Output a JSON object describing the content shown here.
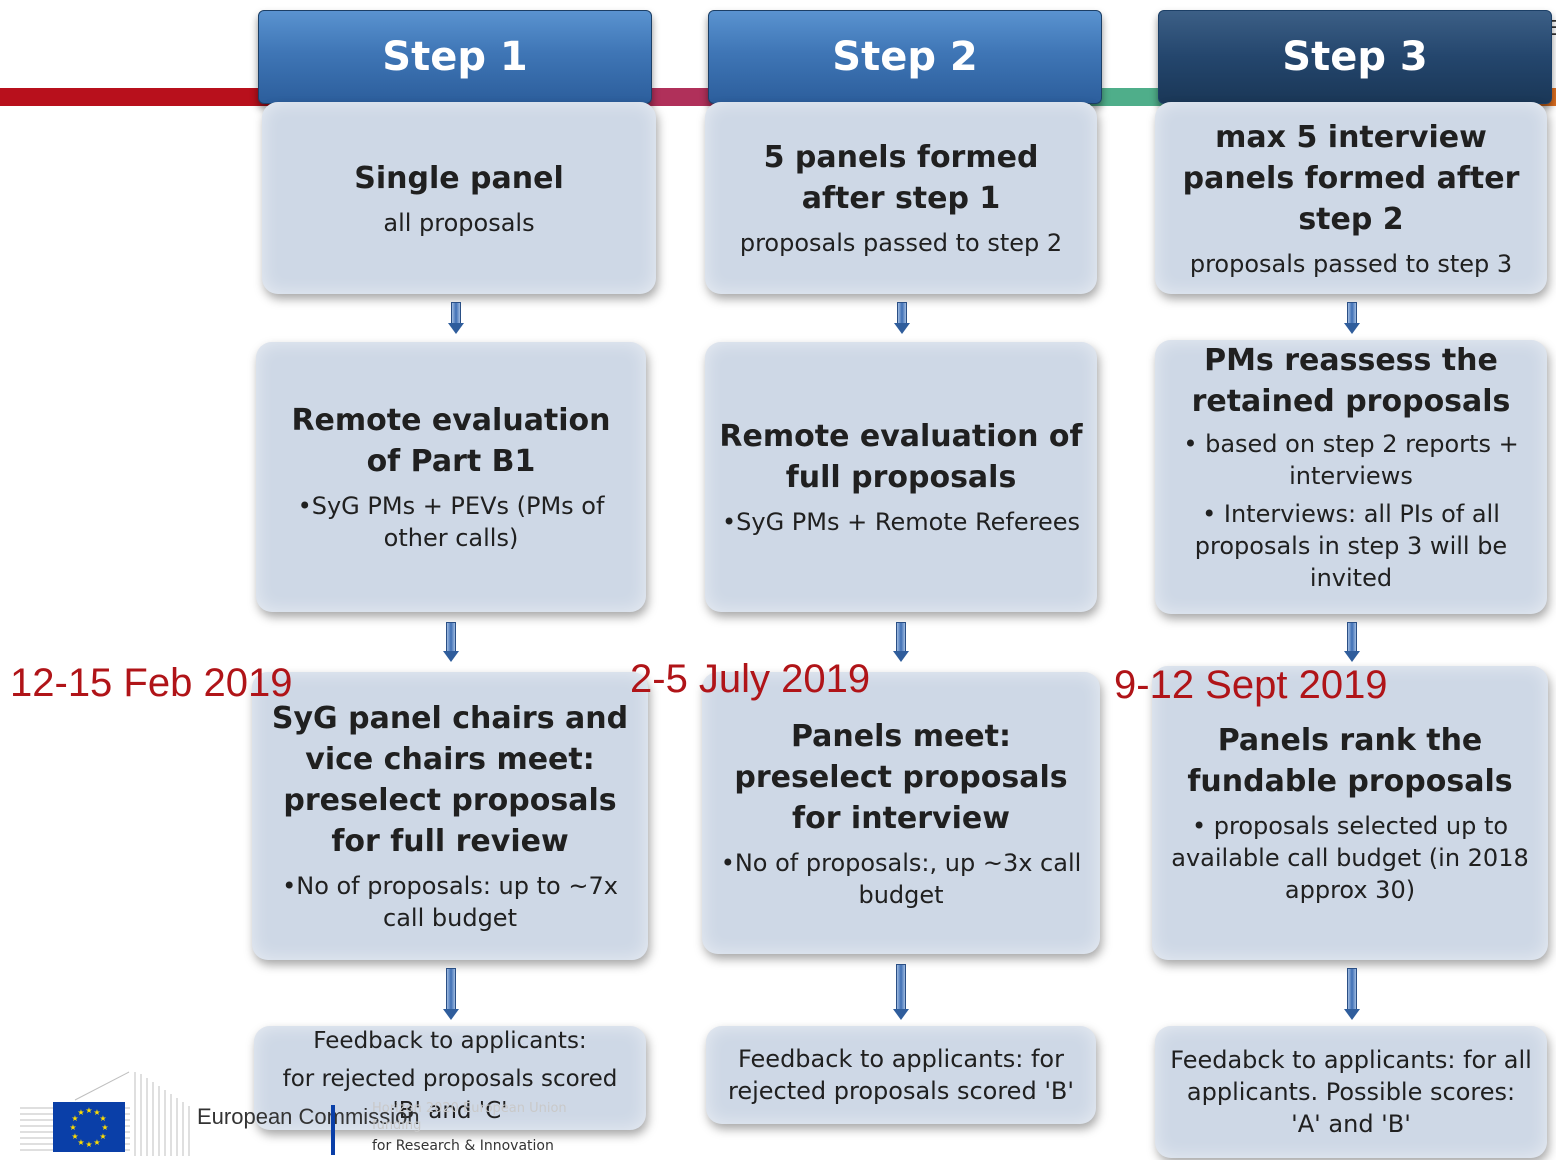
{
  "steps": [
    {
      "header": "Step 1",
      "box1": {
        "title": "Single panel",
        "sub": "all proposals"
      },
      "box2": {
        "title": "Remote evaluation of Part B1",
        "bullets": [
          "•SyG PMs + PEVs (PMs of other calls)"
        ]
      },
      "box3": {
        "title": "SyG panel chairs and vice chairs meet: preselect proposals for full review",
        "bullets": [
          "•No of proposals: up to ~7x call budget"
        ]
      },
      "feedback": [
        "Feedback to applicants:",
        "for rejected proposals scored 'B' and 'C'"
      ],
      "date": "12-15 Feb 2019"
    },
    {
      "header": "Step 2",
      "box1": {
        "title": "5 panels formed after step 1",
        "sub": "proposals passed to step 2"
      },
      "box2": {
        "title": "Remote evaluation of full proposals",
        "bullets": [
          "•SyG PMs + Remote Referees"
        ]
      },
      "box3": {
        "title": "Panels meet: preselect proposals for interview",
        "bullets": [
          "•No of proposals:, up ~3x call budget"
        ]
      },
      "feedback": [
        "Feedback to applicants: for rejected proposals scored 'B'"
      ],
      "date": "2-5 July 2019"
    },
    {
      "header": "Step 3",
      "box1": {
        "title": "max 5 interview panels formed after step 2",
        "sub": "proposals passed to step 3"
      },
      "box2": {
        "title": "PMs reassess the retained proposals",
        "bullets": [
          "• based on step 2 reports + interviews",
          "• Interviews: all PIs of all proposals in step 3 will be invited"
        ]
      },
      "box3": {
        "title": "Panels rank the fundable proposals",
        "bullets": [
          "• proposals selected up to available call budget (in 2018 approx 30)"
        ]
      },
      "feedback": [
        "Feedabck to applicants: for all applicants. Possible scores: 'A' and 'B'"
      ],
      "date": "9-12 Sept 2019"
    }
  ],
  "logo": {
    "org": "European Commission",
    "programme_faint": "Horizon 2020 European Union funding",
    "programme": "for Research & Innovation"
  },
  "edge_text": "E",
  "colors": {
    "date": "#b01418",
    "header": "#3f76b6",
    "header_dark": "#24466d",
    "box": "#ced8e6"
  }
}
